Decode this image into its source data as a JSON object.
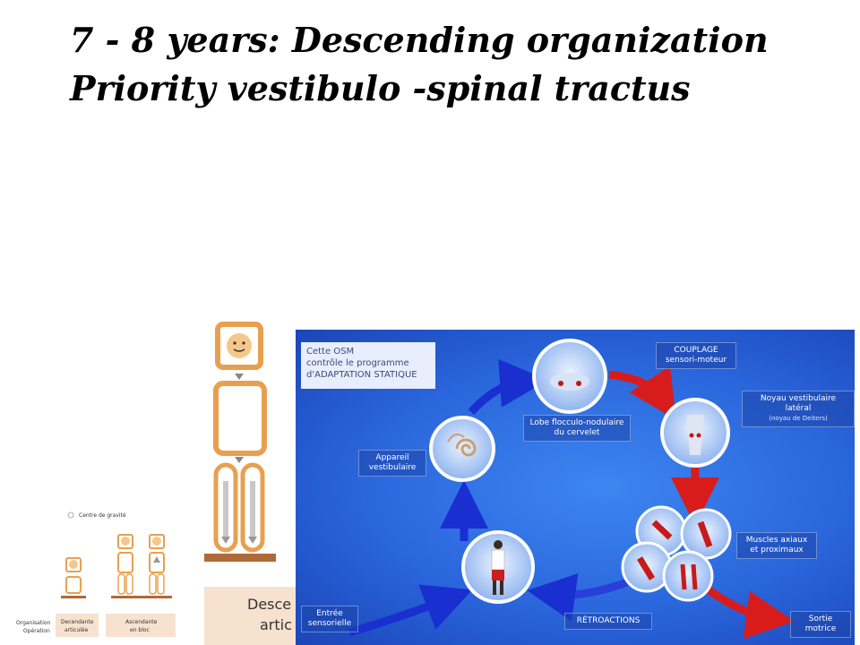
{
  "slide": {
    "title_line1": "7  - 8 years: Descending organization",
    "title_line2": "Priority vestibulo -spinal tractus"
  },
  "left_schematic": {
    "gravity_label": "Centre de gravité",
    "row_labels": [
      "Organisation",
      "Opération"
    ],
    "col1_label_line1": "Decendante",
    "col1_label_line2": "articulée",
    "col2_label_line1": "Ascendante",
    "col2_label_line2": "en bloc",
    "big_label_line1": "Desce",
    "big_label_line2": "artic"
  },
  "osm": {
    "info_line1": "Cette OSM",
    "info_line2": "contrôle le programme",
    "info_line3": "d'ADAPTATION STATIQUE",
    "couplage_line1": "COUPLAGE",
    "couplage_line2": "sensori-moteur",
    "noyau_line1": "Noyau vestibulaire latéral",
    "noyau_line2": "(noyau de Deiters)",
    "lobe_line1": "Lobe flocculo-nodulaire",
    "lobe_line2": "du cervelet",
    "appareil_line1": "Appareil",
    "appareil_line2": "vestibulaire",
    "muscles_line1": "Muscles axiaux",
    "muscles_line2": "et proximaux",
    "entree_line1": "Entrée",
    "entree_line2": "sensorielle",
    "retroactions": "RÉTROACTIONS",
    "sortie_line1": "Sortie",
    "sortie_line2": "motrice"
  },
  "colors": {
    "orange": "#e8a050",
    "face": "#f4c88a",
    "brown": "#b06a3a",
    "blue_arrow": "#1a2fd0",
    "red_arrow": "#d81c1c"
  }
}
